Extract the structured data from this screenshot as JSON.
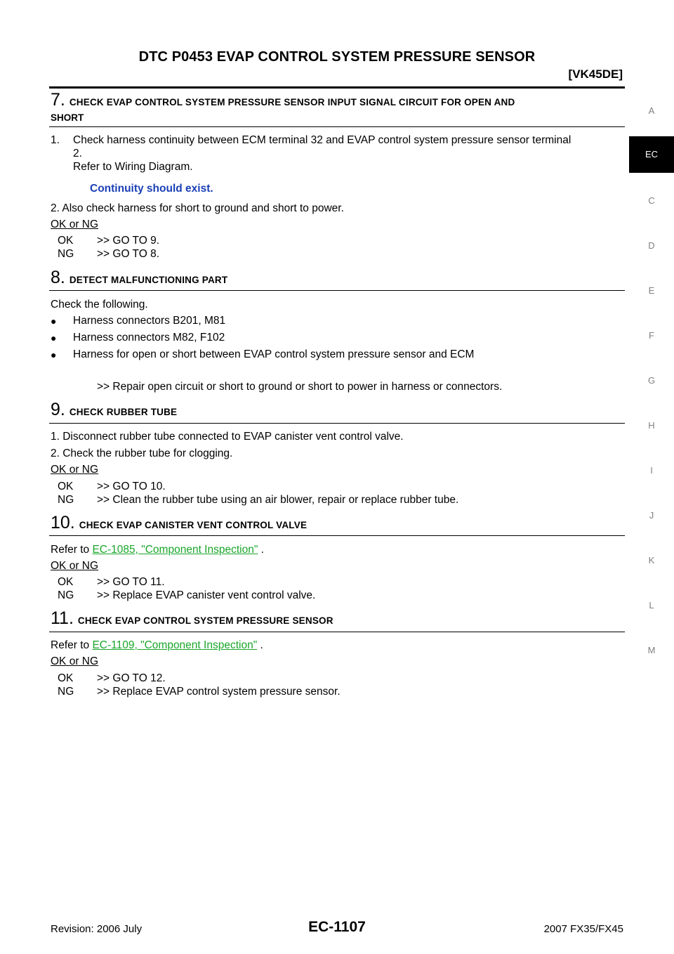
{
  "header": {
    "title": "DTC P0453 EVAP CONTROL SYSTEM PRESSURE SENSOR",
    "engine": "[VK45DE]"
  },
  "side_tabs": [
    "A",
    "EC",
    "C",
    "D",
    "E",
    "F",
    "G",
    "H",
    "I",
    "J",
    "K",
    "L",
    "M"
  ],
  "active_tab": "EC",
  "step7": {
    "num": "7.",
    "title_line1": "CHECK EVAP CONTROL SYSTEM PRESSURE SENSOR INPUT SIGNAL CIRCUIT FOR OPEN AND",
    "title_line2": "SHORT",
    "s1_num": "1.",
    "s1_line1": "Check harness continuity between ECM terminal 32 and EVAP control system pressure sensor terminal",
    "s1_line2": "2.",
    "s1_line3": "Refer to Wiring Diagram.",
    "spec": "Continuity should exist.",
    "s2": "2. Also check harness for short to ground and short to power.",
    "okng": "OK or NG",
    "ok_label": "OK",
    "ok_result": ">> GO TO 9.",
    "ng_label": "NG",
    "ng_result": ">> GO TO 8."
  },
  "step8": {
    "num": "8.",
    "title": "DETECT MALFUNCTIONING PART",
    "intro": "Check the following.",
    "bullets": [
      "Harness connectors B201, M81",
      "Harness connectors M82, F102",
      "Harness for open or short between EVAP control system pressure sensor and ECM"
    ],
    "result": ">> Repair open circuit or short to ground or short to power in harness or connectors."
  },
  "step9": {
    "num": "9.",
    "title": "CHECK RUBBER TUBE",
    "s1": "1. Disconnect rubber tube connected to EVAP canister vent control valve.",
    "s2": "2. Check the rubber tube for clogging.",
    "okng": "OK or NG",
    "ok_label": "OK",
    "ok_result": ">> GO TO 10.",
    "ng_label": "NG",
    "ng_result": ">> Clean the rubber tube using an air blower, repair or replace rubber tube."
  },
  "step10": {
    "num": "10.",
    "title": "CHECK EVAP CANISTER VENT CONTROL VALVE",
    "refer": "Refer to",
    "link": "EC-1085, \"Component Inspection\"",
    "period": ".",
    "okng": "OK or NG",
    "ok_label": "OK",
    "ok_result": ">> GO TO 11.",
    "ng_label": "NG",
    "ng_result": ">> Replace EVAP canister vent control valve."
  },
  "step11": {
    "num": "11.",
    "title": "CHECK EVAP CONTROL SYSTEM PRESSURE SENSOR",
    "refer": "Refer to",
    "link": "EC-1109, \"Component Inspection\"",
    "period": ".",
    "okng": "OK or NG",
    "ok_label": "OK",
    "ok_result": ">> GO TO 12.",
    "ng_label": "NG",
    "ng_result": ">> Replace EVAP control system pressure sensor."
  },
  "footer": {
    "revision": "Revision: 2006 July",
    "page": "EC-1107",
    "model": "2007 FX35/FX45"
  },
  "colors": {
    "spec_blue": "#1a3fb5",
    "link_green": "#19a62a",
    "side_tab_gray": "#808080"
  }
}
